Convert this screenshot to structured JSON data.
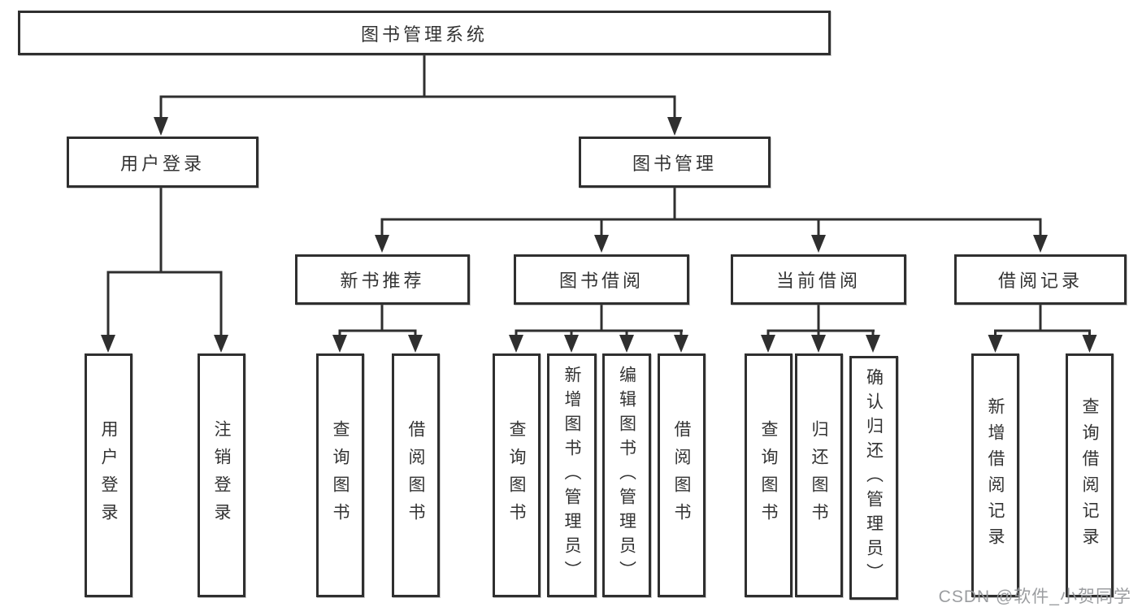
{
  "root": {
    "label": "图书管理系统"
  },
  "level2": [
    {
      "label": "用户登录"
    },
    {
      "label": "图书管理"
    }
  ],
  "level3": [
    {
      "label": "新书推荐"
    },
    {
      "label": "图书借阅"
    },
    {
      "label": "当前借阅"
    },
    {
      "label": "借阅记录"
    }
  ],
  "leaves": {
    "user": [
      {
        "label": "用户登录"
      },
      {
        "label": "注销登录"
      }
    ],
    "recommend": [
      {
        "label": "查询图书"
      },
      {
        "label": "借阅图书"
      }
    ],
    "borrow": [
      {
        "label": "查询图书"
      },
      {
        "label": "新增图书（管理员）"
      },
      {
        "label": "编辑图书（管理员）"
      },
      {
        "label": "借阅图书"
      }
    ],
    "current": [
      {
        "label": "查询图书"
      },
      {
        "label": "归还图书"
      },
      {
        "label": "确认归还（管理员）"
      }
    ],
    "records": [
      {
        "label": "新增借阅记录"
      },
      {
        "label": "查询借阅记录"
      }
    ]
  },
  "watermark": {
    "label": "CSDN @软件_小贺同学"
  },
  "colors": {
    "line": "#2f2f2f",
    "text": "#333333",
    "background": "#ffffff",
    "watermark": "#96989b"
  }
}
